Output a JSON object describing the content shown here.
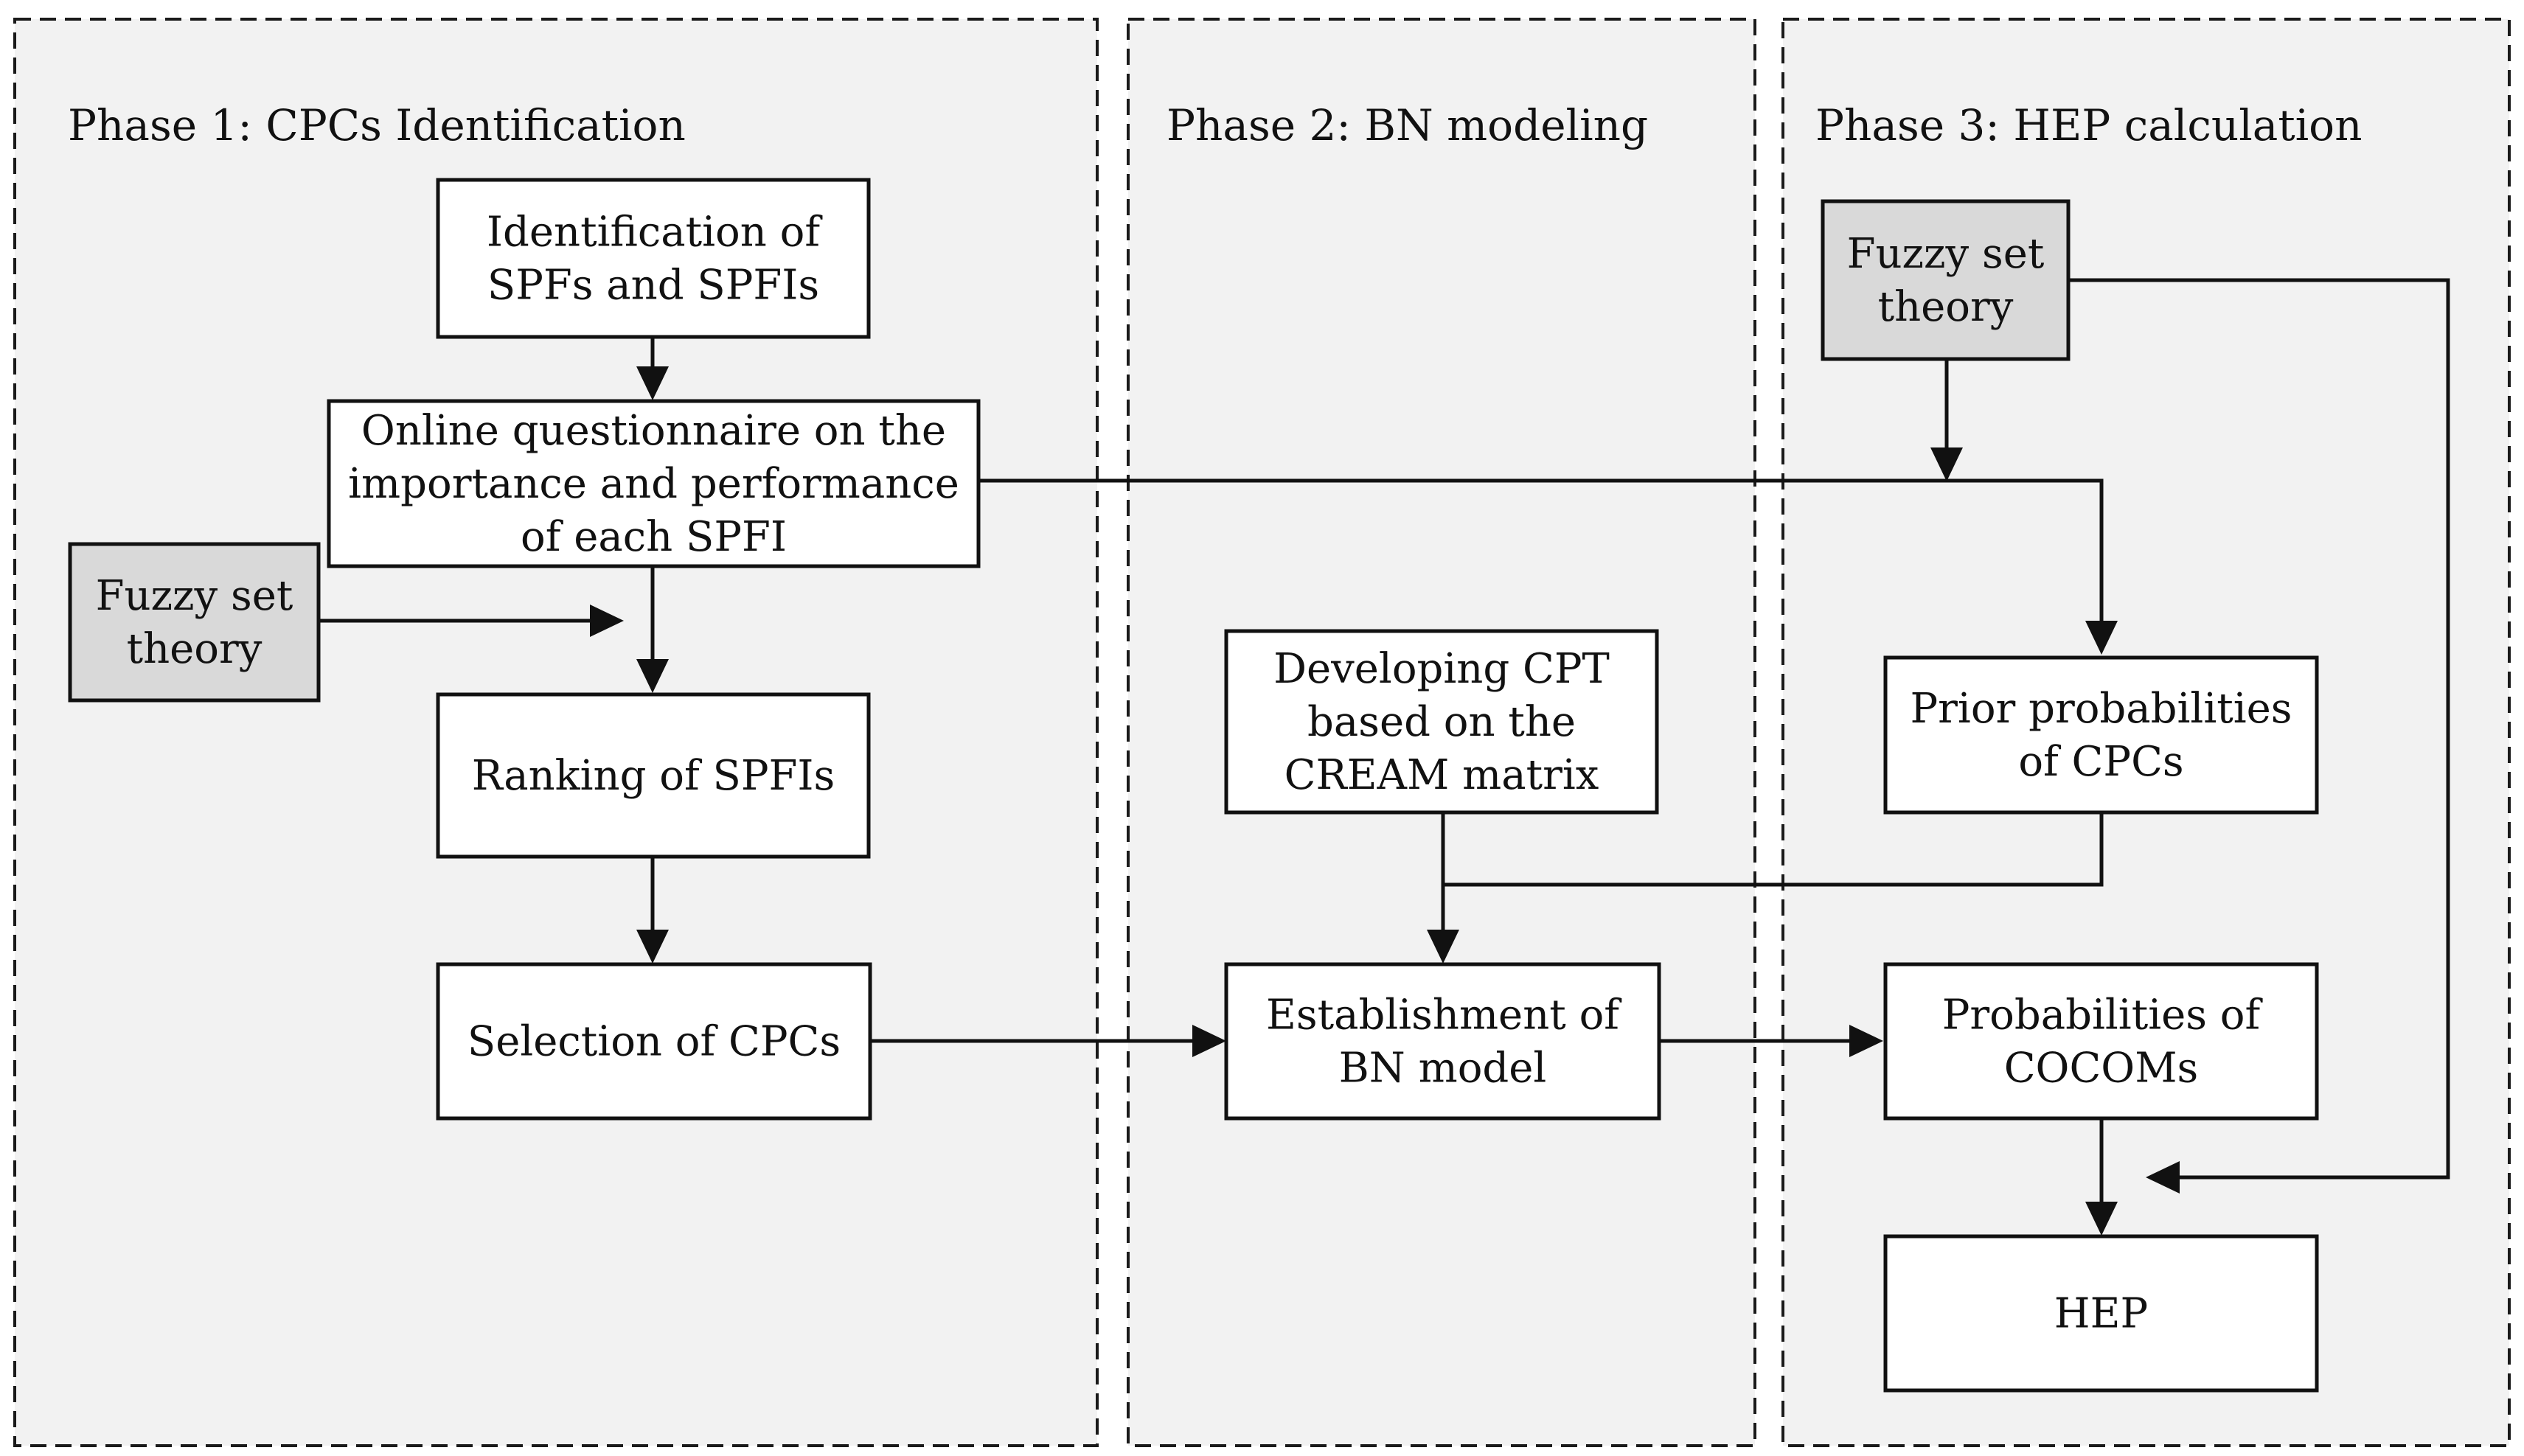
{
  "colors": {
    "panel_fill": "#f2f2f2",
    "box_fill": "#ffffff",
    "highlight_fill": "#d9d9d9",
    "stroke": "#111111"
  },
  "phases": [
    {
      "id": "phase-1",
      "title": "Phase 1: CPCs Identification"
    },
    {
      "id": "phase-2",
      "title": "Phase 2: BN modeling"
    },
    {
      "id": "phase-3",
      "title": "Phase 3: HEP calculation"
    }
  ],
  "nodes": {
    "identification": {
      "lines": [
        "Identification of",
        "SPFs and SPFIs"
      ]
    },
    "questionnaire": {
      "lines": [
        "Online questionnaire on the",
        "importance and performance",
        "of each SPFI"
      ]
    },
    "fuzzy_1": {
      "lines": [
        "Fuzzy set",
        "theory"
      ],
      "highlight": true
    },
    "ranking": {
      "lines": [
        "Ranking of SPFIs"
      ]
    },
    "selection": {
      "lines": [
        "Selection of CPCs"
      ]
    },
    "developing_cpt": {
      "lines": [
        "Developing CPT",
        "based on the",
        "CREAM matrix"
      ]
    },
    "establishment": {
      "lines": [
        "Establishment of",
        "BN model"
      ]
    },
    "fuzzy_3": {
      "lines": [
        "Fuzzy set",
        "theory"
      ],
      "highlight": true
    },
    "prior": {
      "lines": [
        "Prior probabilities",
        "of CPCs"
      ]
    },
    "cocoms": {
      "lines": [
        "Probabilities of",
        "COCOMs"
      ]
    },
    "hep": {
      "lines": [
        "HEP"
      ]
    }
  }
}
